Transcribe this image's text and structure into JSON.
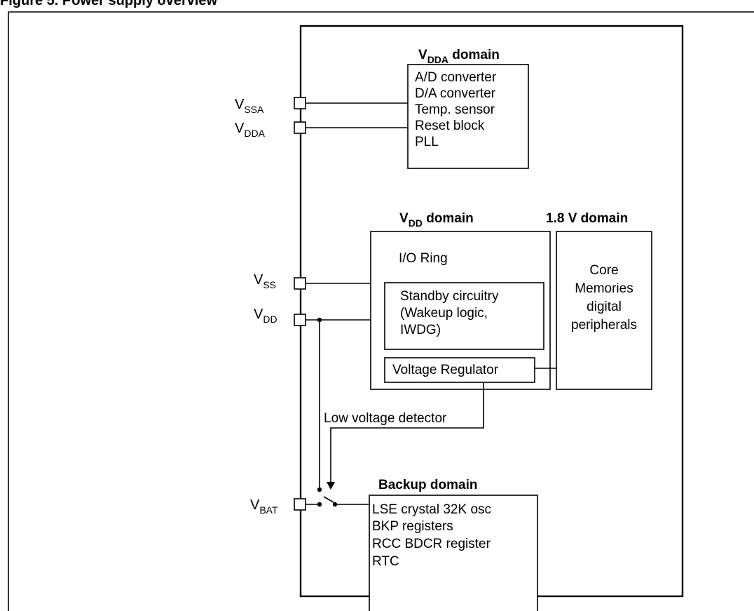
{
  "figure": {
    "caption": "Figure 5.     Power supply overview"
  },
  "pins": {
    "vssa": {
      "base": "V",
      "sub": "SSA"
    },
    "vdda": {
      "base": "V",
      "sub": "DDA"
    },
    "vss": {
      "base": "V",
      "sub": "SS"
    },
    "vdd": {
      "base": "V",
      "sub": "DD"
    },
    "vbat": {
      "base": "V",
      "sub": "BAT"
    }
  },
  "vdda_domain": {
    "title_base": "V",
    "title_sub": "DDA",
    "title_rest": " domain",
    "items": [
      "A/D converter",
      "D/A converter",
      "Temp. sensor",
      "Reset block",
      "PLL"
    ]
  },
  "vdd_domain": {
    "title_base": "V",
    "title_sub": "DD",
    "title_rest": " domain",
    "io_ring": "I/O Ring",
    "standby": [
      "Standby circuitry",
      "(Wakeup logic,",
      "IWDG)"
    ],
    "regulator": "Voltage Regulator"
  },
  "v18_domain": {
    "title": "1.8 V domain",
    "items": [
      "Core",
      "Memories",
      "digital",
      "peripherals"
    ]
  },
  "low_voltage_detector": "Low voltage detector",
  "backup_domain": {
    "title": "Backup domain",
    "items": [
      "LSE crystal 32K osc",
      "BKP registers",
      "RCC BDCR register",
      "RTC"
    ]
  }
}
